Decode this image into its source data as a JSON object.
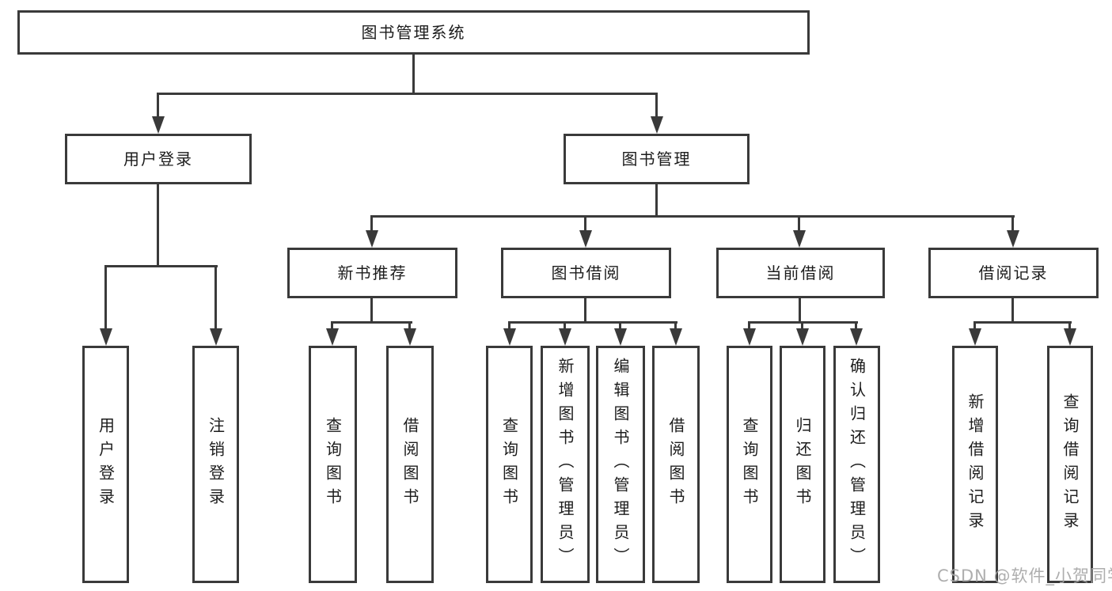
{
  "diagram_type": "hierarchy-tree",
  "root": {
    "label": "图书管理系统",
    "children": [
      {
        "label": "用户登录",
        "children": [
          {
            "label": "用户登录"
          },
          {
            "label": "注销登录"
          }
        ]
      },
      {
        "label": "图书管理",
        "children": [
          {
            "label": "新书推荐",
            "children": [
              {
                "label": "查询图书"
              },
              {
                "label": "借阅图书"
              }
            ]
          },
          {
            "label": "图书借阅",
            "children": [
              {
                "label": "查询图书"
              },
              {
                "label": "新增图书（管理员）"
              },
              {
                "label": "编辑图书（管理员）"
              },
              {
                "label": "借阅图书"
              }
            ]
          },
          {
            "label": "当前借阅",
            "children": [
              {
                "label": "查询图书"
              },
              {
                "label": "归还图书"
              },
              {
                "label": "确认归还（管理员）"
              }
            ]
          },
          {
            "label": "借阅记录",
            "children": [
              {
                "label": "新增借阅记录"
              },
              {
                "label": "查询借阅记录"
              }
            ]
          }
        ]
      }
    ]
  },
  "watermark": {
    "text": "CSDN @软件_小贺同学"
  },
  "colors": {
    "line": "#3a3a3a",
    "text": "#1c1c1c",
    "watermark": "#a5a5a5",
    "background": "#ffffff"
  }
}
